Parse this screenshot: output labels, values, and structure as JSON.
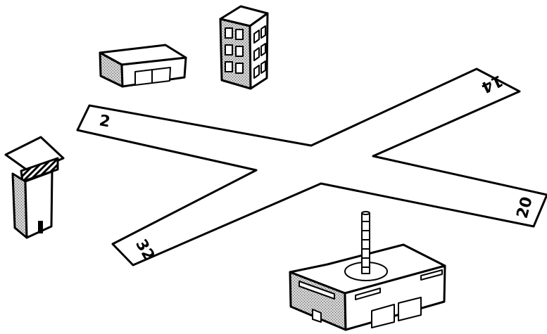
{
  "diagram": {
    "runways": {
      "labels": {
        "rw_2": "2",
        "rw_14": "14",
        "rw_20": "20",
        "rw_32": "32"
      }
    }
  },
  "colors": {
    "ink": "#000000",
    "fill": "#ffffff",
    "shade": "#9a9a9a"
  }
}
